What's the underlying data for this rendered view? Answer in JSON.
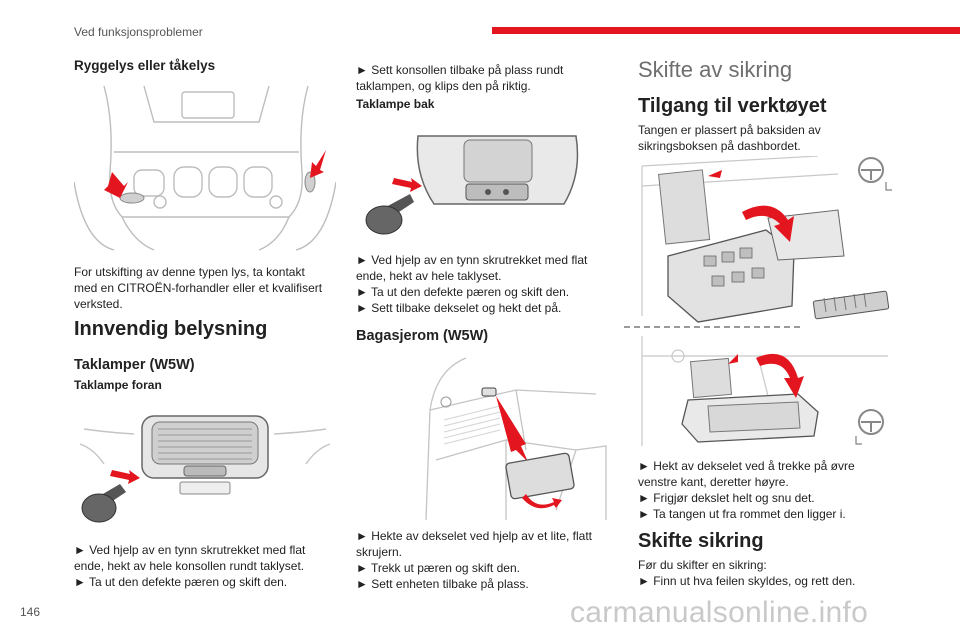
{
  "header": {
    "section": "Ved funksjonsproblemer",
    "accent": "#e3161f"
  },
  "footer": {
    "page_number": "146",
    "watermark": "carmanualsonline.info"
  },
  "col1": {
    "rear_title": "Ryggelys eller tåkelys",
    "rear_text": [
      "For utskifting av denne typen lys, ta kontakt",
      "med en CITROËN-forhandler eller et kvalifisert",
      "verksted."
    ],
    "interior_title": "Innvendig belysning",
    "ceiling_title": "Taklamper (W5W)",
    "front_title": "Taklampe foran",
    "front_steps": [
      "► Ved hjelp av en tynn skrutrekket med flat",
      "ende, hekt av hele konsollen rundt taklyset.",
      "► Ta ut den defekte pæren og skift den."
    ]
  },
  "col2": {
    "front_cont": [
      "► Sett konsollen tilbake på plass rundt",
      "taklampen, og klips den på riktig."
    ],
    "rear_lamp_title": "Taklampe bak",
    "rear_lamp_steps": [
      "► Ved hjelp av en tynn skrutrekket med flat",
      "ende, hekt av hele taklyset.",
      "► Ta ut den defekte pæren og skift den.",
      "► Sett tilbake dekselet og hekt det på."
    ],
    "boot_title": "Bagasjerom (W5W)",
    "boot_steps": [
      "► Hekte av dekselet ved hjelp av et lite, flatt",
      "skrujern.",
      "► Trekk ut pæren og skift den.",
      "► Sett enheten tilbake på plass."
    ]
  },
  "col3": {
    "fuse_title": "Skifte av sikring",
    "tool_title": "Tilgang til verktøyet",
    "tool_text": [
      "Tangen er plassert på baksiden av",
      "sikringsboksen på dashbordet."
    ],
    "tool_steps": [
      "► Hekt av dekselet ved å trekke på øvre",
      "venstre kant, deretter høyre.",
      "► Frigjør dekslet helt og snu det.",
      "► Ta tangen ut fra rommet den ligger i."
    ],
    "change_title": "Skifte sikring",
    "change_steps": [
      "Før du skifter en sikring:",
      "► Finn ut hva feilen skyldes, og rett den."
    ]
  }
}
